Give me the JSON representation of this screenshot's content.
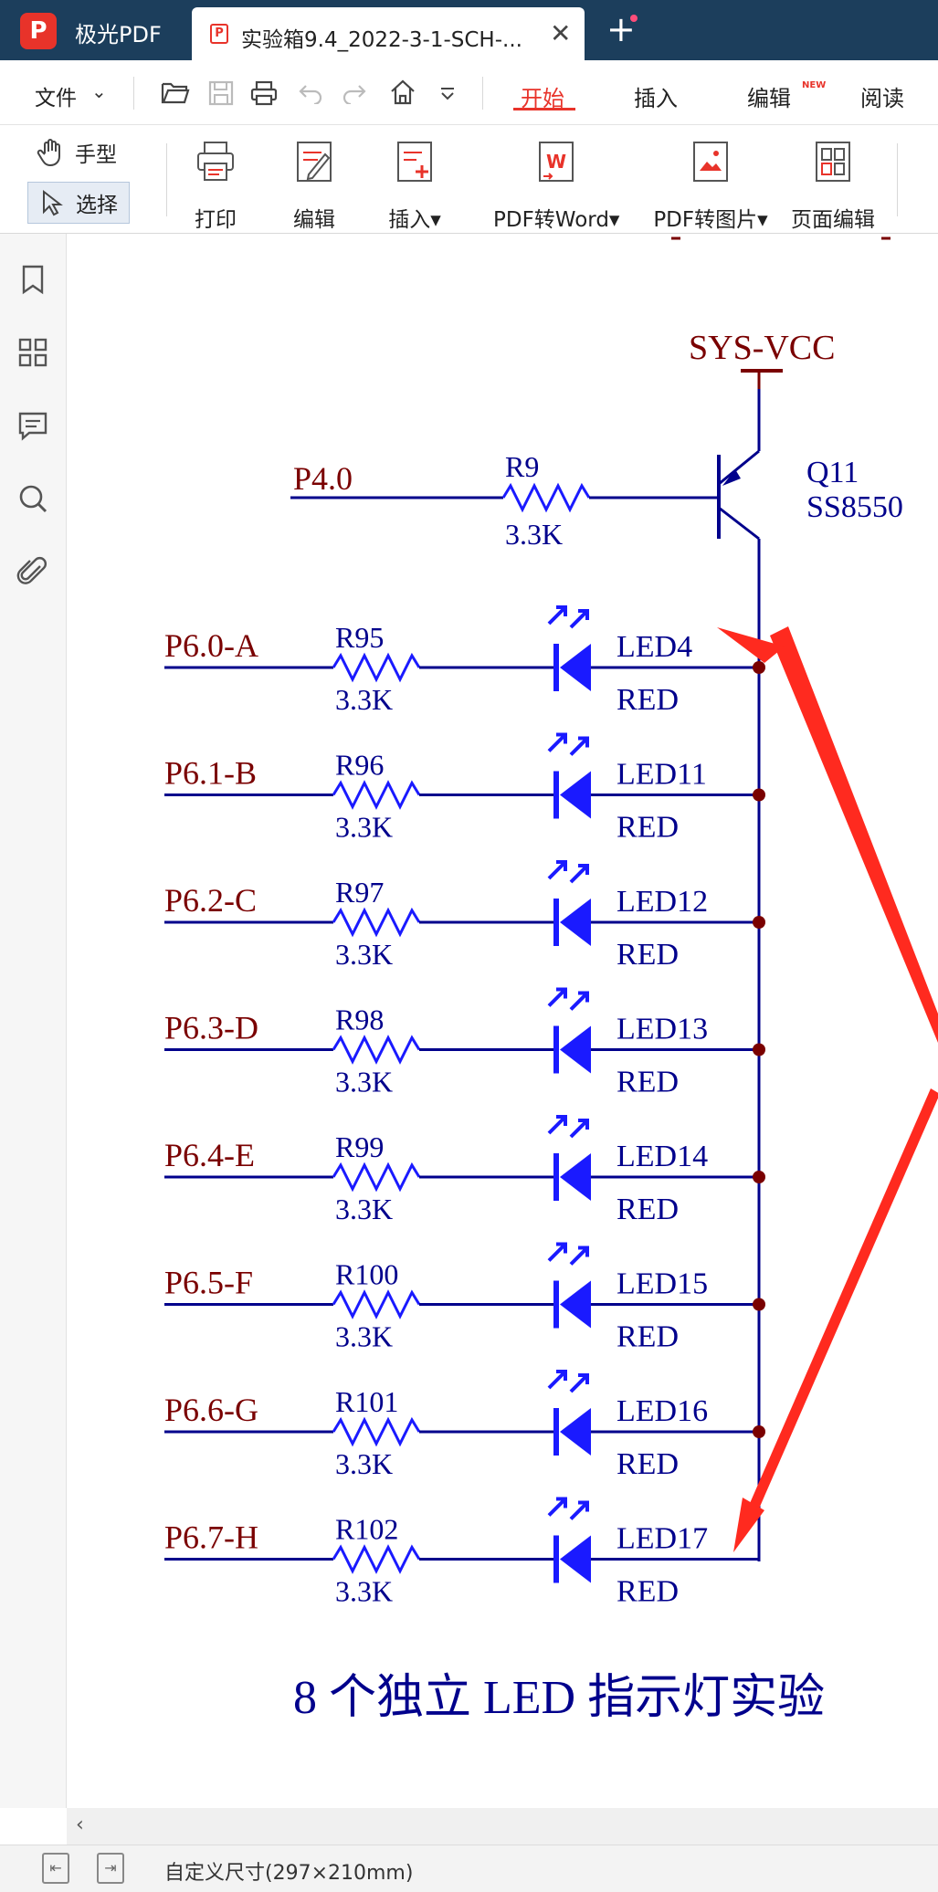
{
  "app": {
    "logo_letter": "P",
    "name": "极光PDF"
  },
  "tab": {
    "icon_letter": "P",
    "title": "实验箱9.4_2022-3-1-SCH-...",
    "close": "✕",
    "new_tab": "+"
  },
  "menu": {
    "file": "文件",
    "tabs": [
      {
        "label": "开始",
        "active": true
      },
      {
        "label": "插入"
      },
      {
        "label": "编辑",
        "badge": "NEW"
      },
      {
        "label": "阅读"
      }
    ]
  },
  "ribbon": {
    "hand": "手型",
    "select": "选择",
    "buttons": [
      {
        "label": "打印"
      },
      {
        "label": "编辑"
      },
      {
        "label": "插入▾"
      },
      {
        "label": "PDF转Word▾"
      },
      {
        "label": "PDF转图片▾"
      },
      {
        "label": "页面编辑"
      }
    ]
  },
  "schematic": {
    "vcc": "SYS-VCC",
    "transistor": {
      "ref": "Q11",
      "part": "SS8550"
    },
    "base_net": "P4.0",
    "base_resistor": {
      "ref": "R9",
      "value": "3.3K"
    },
    "rows": [
      {
        "net": "P6.0-A",
        "res": "R95",
        "val": "3.3K",
        "led": "LED4",
        "color": "RED"
      },
      {
        "net": "P6.1-B",
        "res": "R96",
        "val": "3.3K",
        "led": "LED11",
        "color": "RED"
      },
      {
        "net": "P6.2-C",
        "res": "R97",
        "val": "3.3K",
        "led": "LED12",
        "color": "RED"
      },
      {
        "net": "P6.3-D",
        "res": "R98",
        "val": "3.3K",
        "led": "LED13",
        "color": "RED"
      },
      {
        "net": "P6.4-E",
        "res": "R99",
        "val": "3.3K",
        "led": "LED14",
        "color": "RED"
      },
      {
        "net": "P6.5-F",
        "res": "R100",
        "val": "3.3K",
        "led": "LED15",
        "color": "RED"
      },
      {
        "net": "P6.6-G",
        "res": "R101",
        "val": "3.3K",
        "led": "LED16",
        "color": "RED"
      },
      {
        "net": "P6.7-H",
        "res": "R102",
        "val": "3.3K",
        "led": "LED17",
        "color": "RED"
      }
    ],
    "caption": "8 个独立 LED 指示灯实验",
    "colors": {
      "wire": "#00008c",
      "part": "#1a1aff",
      "label": "#7a0000",
      "annotation": "#ff2a1f"
    }
  },
  "status": {
    "page_size": "自定义尺寸(297×210mm)"
  }
}
